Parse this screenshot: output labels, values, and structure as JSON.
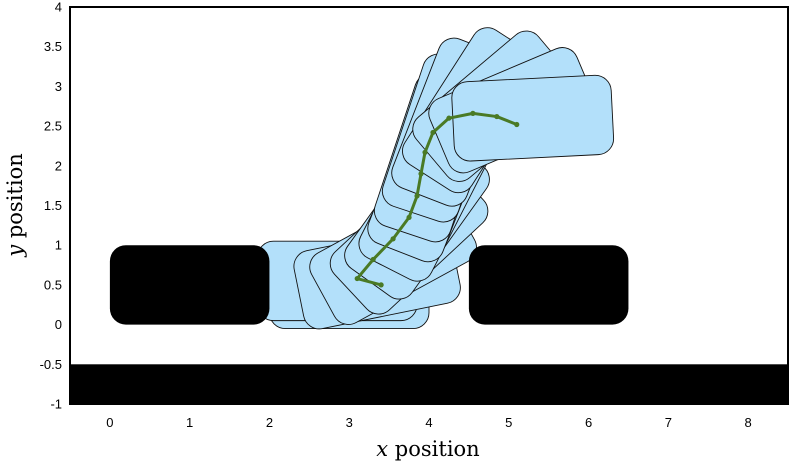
{
  "chart_data": {
    "type": "line",
    "xlabel": {
      "var": "x",
      "rest": " position"
    },
    "ylabel": {
      "var": "y",
      "rest": " position"
    },
    "xlim": [
      -0.5,
      8.5
    ],
    "ylim": [
      -1,
      4
    ],
    "x_ticks": [
      "0",
      "1",
      "2",
      "3",
      "4",
      "5",
      "6",
      "7",
      "8"
    ],
    "y_ticks": [
      "-1",
      "-0.5",
      "0",
      "0.5",
      "1",
      "1.5",
      "2",
      "2.5",
      "3",
      "3.5",
      "4"
    ],
    "grid": false,
    "ground": {
      "y_top": -0.5,
      "color": "#000000"
    },
    "obstacles": [
      {
        "x": [
          0,
          2
        ],
        "y": [
          0,
          1
        ],
        "color": "#000000"
      },
      {
        "x": [
          4.5,
          6.5
        ],
        "y": [
          0,
          1
        ],
        "color": "#000000"
      }
    ],
    "robot_color": "#b3e0fa",
    "robot_size": [
      2,
      1
    ],
    "robot_poses": [
      {
        "x": 3.0,
        "y": 0.45,
        "theta": 0
      },
      {
        "x": 2.85,
        "y": 0.55,
        "theta": 0
      },
      {
        "x": 3.35,
        "y": 0.6,
        "theta": 0.2
      },
      {
        "x": 3.55,
        "y": 0.85,
        "theta": 0.5
      },
      {
        "x": 3.75,
        "y": 1.1,
        "theta": 0.75
      },
      {
        "x": 3.85,
        "y": 1.35,
        "theta": 0.95
      },
      {
        "x": 3.95,
        "y": 1.6,
        "theta": 1.1
      },
      {
        "x": 4.0,
        "y": 1.85,
        "theta": 1.2
      },
      {
        "x": 4.05,
        "y": 2.1,
        "theta": 1.25
      },
      {
        "x": 4.15,
        "y": 2.35,
        "theta": 1.25
      },
      {
        "x": 4.3,
        "y": 2.55,
        "theta": 1.2
      },
      {
        "x": 4.55,
        "y": 2.7,
        "theta": 1.0
      },
      {
        "x": 4.8,
        "y": 2.75,
        "theta": 0.7
      },
      {
        "x": 5.05,
        "y": 2.7,
        "theta": 0.4
      },
      {
        "x": 5.3,
        "y": 2.6,
        "theta": 0.05
      }
    ],
    "path_color": "#4a7a25",
    "path": [
      {
        "x": 3.4,
        "y": 0.5
      },
      {
        "x": 3.1,
        "y": 0.58
      },
      {
        "x": 3.3,
        "y": 0.82
      },
      {
        "x": 3.55,
        "y": 1.08
      },
      {
        "x": 3.75,
        "y": 1.35
      },
      {
        "x": 3.85,
        "y": 1.62
      },
      {
        "x": 3.9,
        "y": 1.9
      },
      {
        "x": 3.95,
        "y": 2.17
      },
      {
        "x": 4.05,
        "y": 2.42
      },
      {
        "x": 4.25,
        "y": 2.6
      },
      {
        "x": 4.55,
        "y": 2.66
      },
      {
        "x": 4.85,
        "y": 2.62
      },
      {
        "x": 5.1,
        "y": 2.52
      }
    ]
  }
}
